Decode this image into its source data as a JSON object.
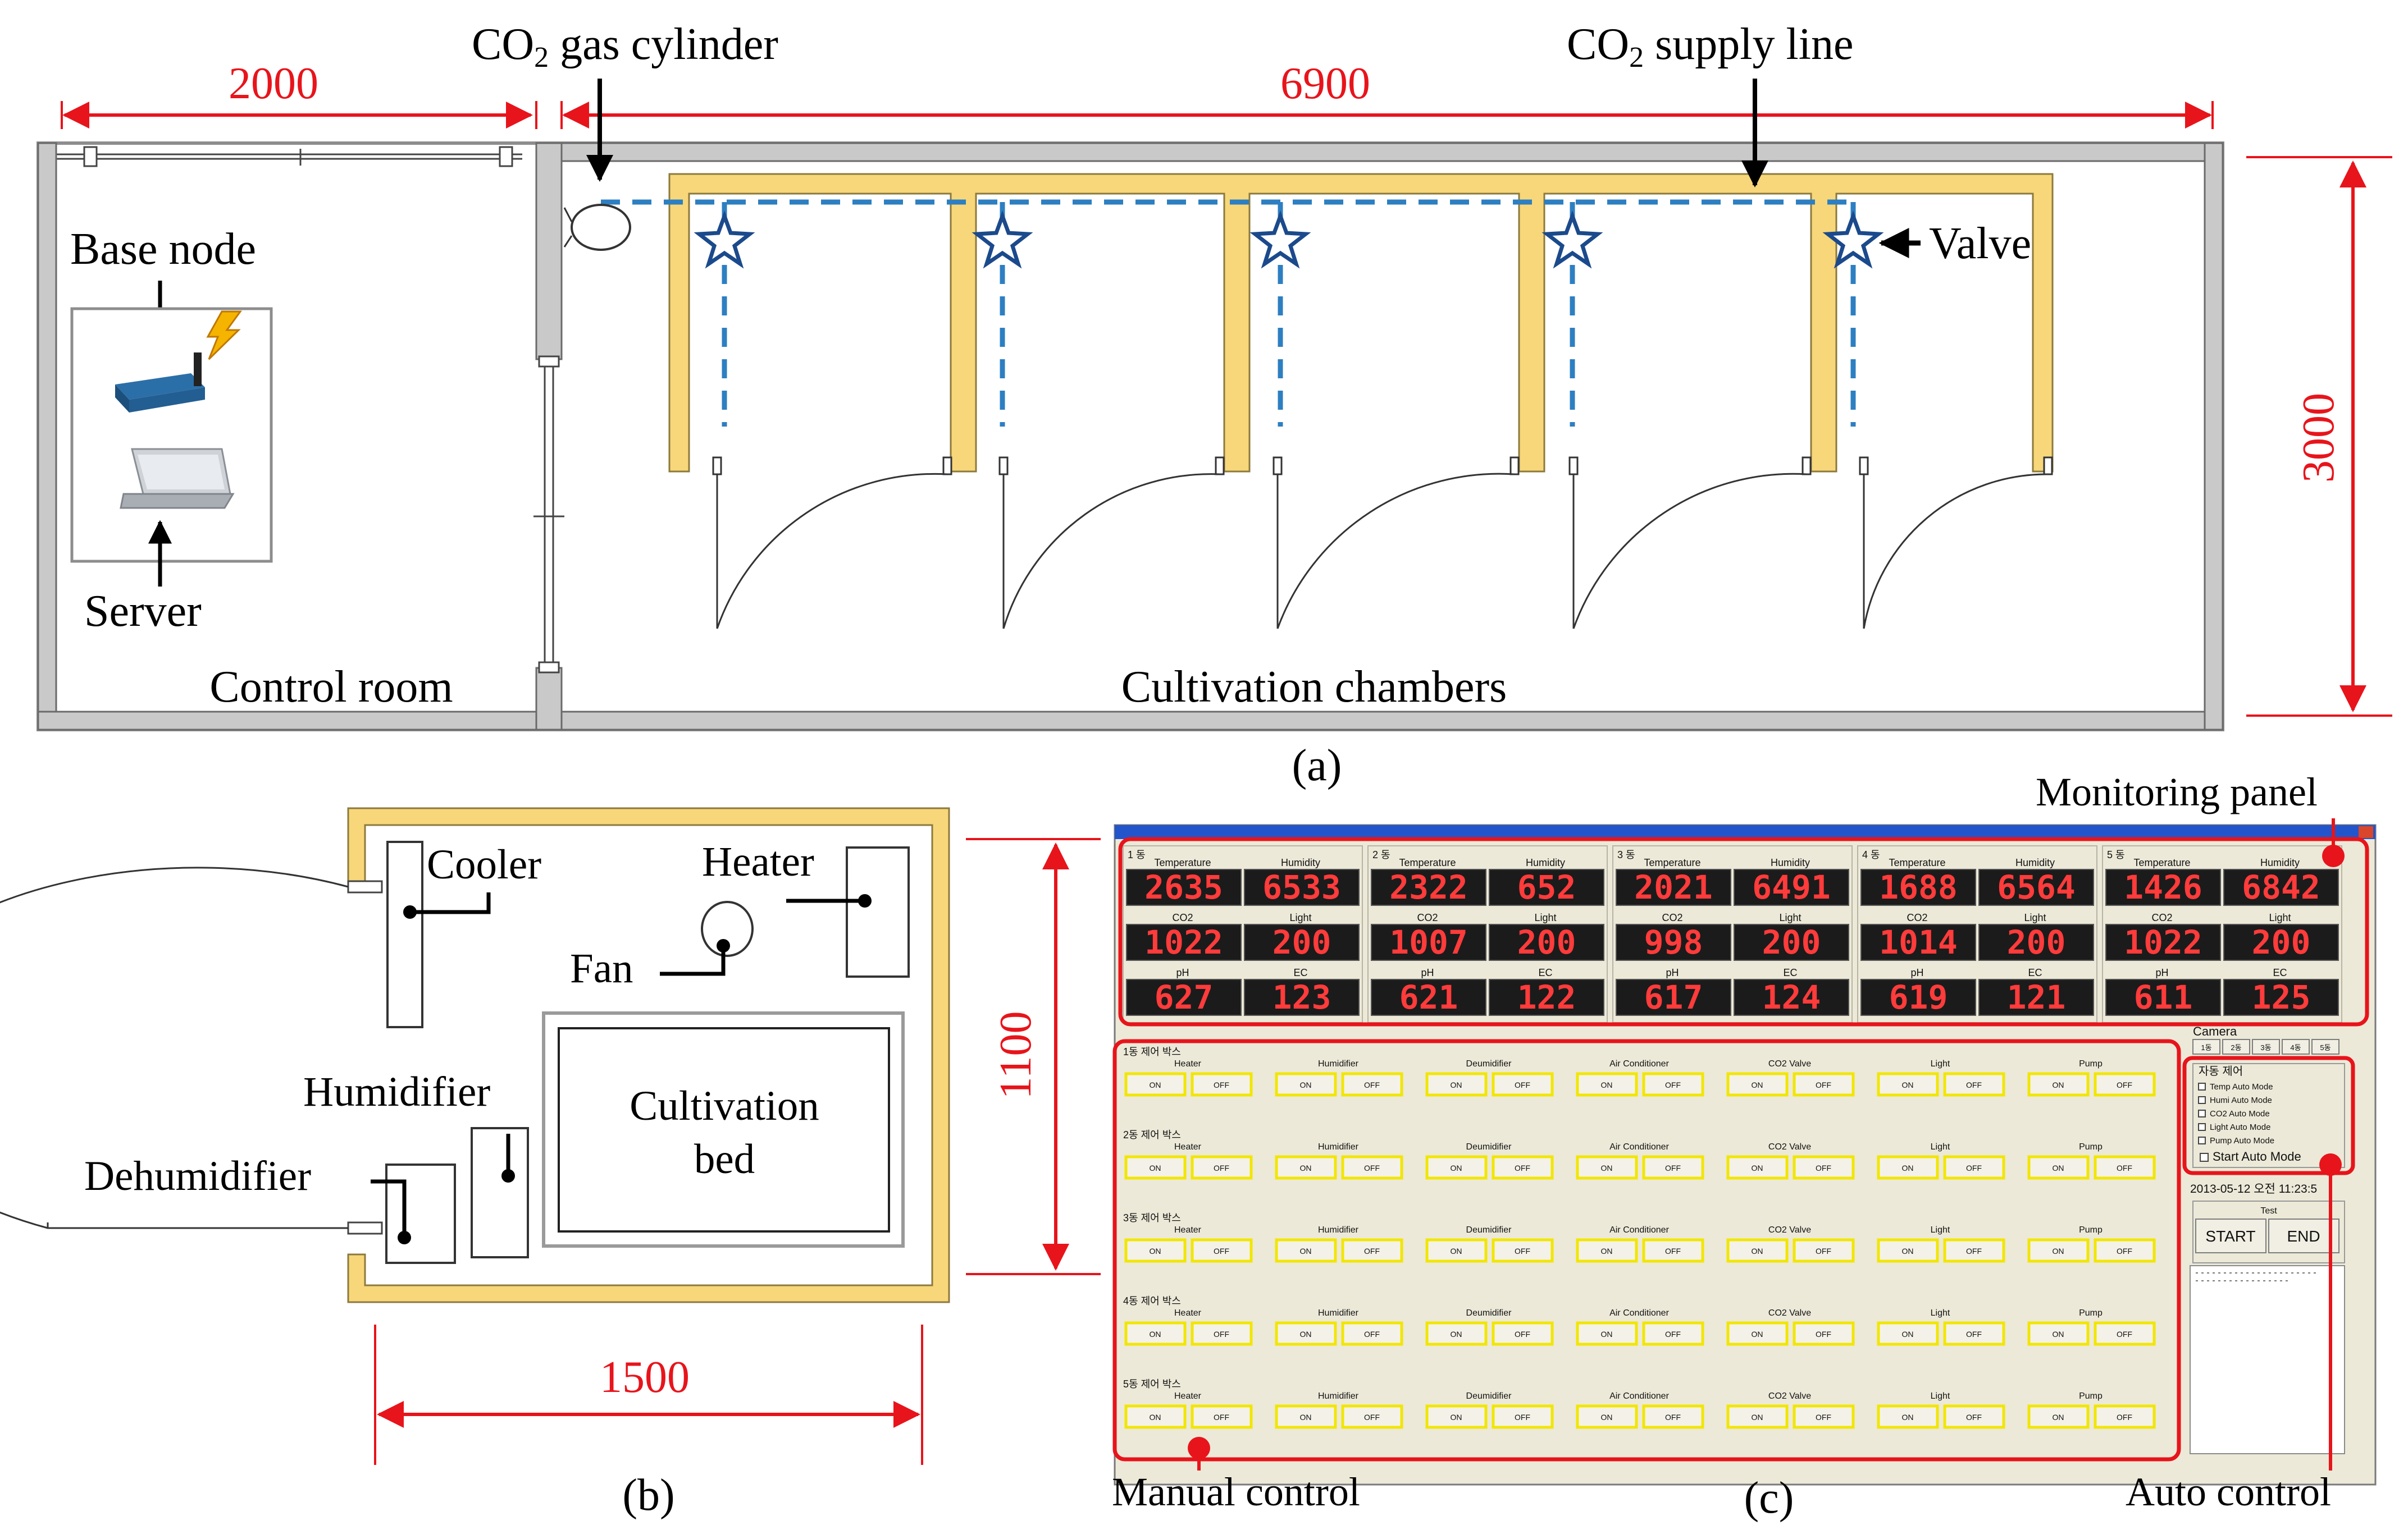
{
  "colors": {
    "dimension": "#e8141b",
    "wall": "#c9c9c9",
    "chamber_wall": "#f7d77a",
    "supply_line": "#2d7fc1",
    "valve": "#1b4a8c",
    "highlight": "#e8141b",
    "segment_text": "#ff3b3b",
    "button_border": "#f2e600"
  },
  "panel_a": {
    "caption": "(a)",
    "dim_control_width": "2000",
    "dim_chambers_width": "6900",
    "dim_height": "3000",
    "co2_cylinder_prefix": "CO",
    "co2_cylinder_sub": "2",
    "co2_cylinder_suffix": " gas cylinder",
    "co2_line_prefix": "CO",
    "co2_line_sub": "2",
    "co2_line_suffix": " supply line",
    "base_node": "Base node",
    "server": "Server",
    "control_room": "Control room",
    "cultivation_chambers": "Cultivation chambers",
    "valve": "Valve",
    "icons": [
      "router-icon",
      "lightning-icon",
      "laptop-icon",
      "valve-star-icon"
    ]
  },
  "panel_b": {
    "caption": "(b)",
    "dim_width": "1500",
    "dim_height": "1100",
    "cooler": "Cooler",
    "heater": "Heater",
    "fan": "Fan",
    "humidifier": "Humidifier",
    "dehumidifier": "Dehumidifier",
    "bed_line1": "Cultivation",
    "bed_line2": "bed"
  },
  "panel_c": {
    "caption": "(c)",
    "callout_monitoring": "Monitoring panel",
    "callout_manual": "Manual control",
    "callout_auto": "Auto control",
    "monitoring": {
      "label_temperature": "Temperature",
      "label_humidity": "Humidity",
      "label_co2": "CO2",
      "label_light": "Light",
      "label_ph": "pH",
      "label_ec": "EC",
      "chambers": [
        {
          "name": "1 동",
          "temperature": "2635",
          "humidity": "6533",
          "co2": "1022",
          "light": "200",
          "ph": "627",
          "ec": "123"
        },
        {
          "name": "2 동",
          "temperature": "2322",
          "humidity": "652",
          "co2": "1007",
          "light": "200",
          "ph": "621",
          "ec": "122"
        },
        {
          "name": "3 동",
          "temperature": "2021",
          "humidity": "6491",
          "co2": "998",
          "light": "200",
          "ph": "617",
          "ec": "124"
        },
        {
          "name": "4 동",
          "temperature": "1688",
          "humidity": "6564",
          "co2": "1014",
          "light": "200",
          "ph": "619",
          "ec": "121"
        },
        {
          "name": "5 동",
          "temperature": "1426",
          "humidity": "6842",
          "co2": "1022",
          "light": "200",
          "ph": "611",
          "ec": "125"
        }
      ]
    },
    "manual": {
      "boxes": [
        "1동 제어 박스",
        "2동 제어 박스",
        "3동 제어 박스",
        "4동 제어 박스",
        "5동 제어 박스"
      ],
      "devices": [
        "Heater",
        "Humidifier",
        "Deumidifier",
        "Air Conditioner",
        "CO2 Valve",
        "Light",
        "Pump"
      ],
      "on": "ON",
      "off": "OFF"
    },
    "camera": {
      "title": "Camera",
      "buttons": [
        "1동",
        "2동",
        "3동",
        "4동",
        "5동"
      ]
    },
    "auto": {
      "title": "자동 제어",
      "modes": [
        "Temp Auto Mode",
        "Humi Auto Mode",
        "CO2 Auto Mode",
        "Light Auto Mode",
        "Pump Auto Mode"
      ],
      "start": "Start Auto Mode",
      "datetime": "2013-05-12 오전 11:23:5",
      "test": "Test",
      "start_button": "START",
      "end_button": "END"
    }
  }
}
